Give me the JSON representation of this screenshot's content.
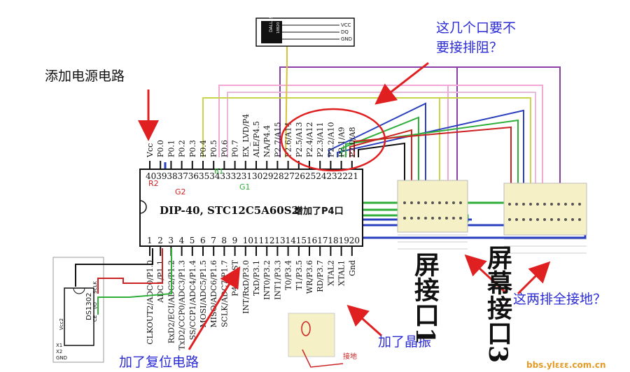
{
  "annotations": {
    "add_power": "添加电源电路",
    "ports_q1": "这几个口要不",
    "ports_q2": "要接排阻？",
    "both_rows_ground": "这两排全接地？",
    "add_crystal": "加了晶振",
    "add_reset": "加了复位电路",
    "ground_tag": "接地"
  },
  "chip": {
    "label": "DIP-40, STC12C5A60S2",
    "label_suffix": "增加了P4口",
    "top_pins": [
      {
        "num": "40",
        "name": "Vcc"
      },
      {
        "num": "39",
        "name": "P0.0"
      },
      {
        "num": "38",
        "name": "P0.1"
      },
      {
        "num": "37",
        "name": "P0.2"
      },
      {
        "num": "36",
        "name": "P0.3"
      },
      {
        "num": "35",
        "name": "P0.4"
      },
      {
        "num": "34",
        "name": "P0.5"
      },
      {
        "num": "33",
        "name": "P0.6"
      },
      {
        "num": "32",
        "name": "P0.7"
      },
      {
        "num": "31",
        "name": "EX_LVD/P4"
      },
      {
        "num": "30",
        "name": "ALE/P4.5"
      },
      {
        "num": "29",
        "name": "NA/P4.4"
      },
      {
        "num": "28",
        "name": "P2.7/A15"
      },
      {
        "num": "27",
        "name": "P2.6/A14"
      },
      {
        "num": "26",
        "name": "P2.5/A13"
      },
      {
        "num": "25",
        "name": "P2.4/A12"
      },
      {
        "num": "24",
        "name": "P2.3/A11"
      },
      {
        "num": "23",
        "name": "P2.2/A10"
      },
      {
        "num": "22",
        "name": "P2.1/A9"
      },
      {
        "num": "21",
        "name": "P2.0/A8"
      }
    ],
    "bottom_pins": [
      {
        "num": "1",
        "name": "CLKOUT2/ADC0/P1.0"
      },
      {
        "num": "2",
        "name": "ADC1/P1.1"
      },
      {
        "num": "3",
        "name": "RxD2/ECI/ADC2/P1.2"
      },
      {
        "num": "4",
        "name": "TxD2/CCP0/ADC3/P1.3"
      },
      {
        "num": "5",
        "name": "SS/CCP1/ADC4/P1.4"
      },
      {
        "num": "6",
        "name": "MOSI/ADC5/P1.5"
      },
      {
        "num": "7",
        "name": "MISO/ADC6/P1.6"
      },
      {
        "num": "8",
        "name": "SCLK/ADC7/P1.7"
      },
      {
        "num": "9",
        "name": "P4.7/RST"
      },
      {
        "num": "10",
        "name": "INT/RxD/P3.0"
      },
      {
        "num": "11",
        "name": "TxD/P3.1"
      },
      {
        "num": "12",
        "name": "INT0/P3.2"
      },
      {
        "num": "13",
        "name": "INT1/P3.3"
      },
      {
        "num": "14",
        "name": "T0/P3.4"
      },
      {
        "num": "15",
        "name": "T1/P3.5"
      },
      {
        "num": "16",
        "name": "WR/P3.6"
      },
      {
        "num": "17",
        "name": "RD/P3.7"
      },
      {
        "num": "18",
        "name": "XTAL2"
      },
      {
        "num": "19",
        "name": "XTAL1"
      },
      {
        "num": "20",
        "name": "Gnd"
      }
    ],
    "marks": {
      "r2": "R2",
      "g2": "G2",
      "g1": "G1",
      "b1": "B1"
    }
  },
  "ds18b20": {
    "brand": "DALLAS",
    "part": "18B20",
    "pins": [
      "VCC",
      "DQ",
      "GND"
    ]
  },
  "ds1302": {
    "part": "DS1302",
    "left_pins": [
      "Vcc2",
      "X1",
      "X2",
      "GND"
    ],
    "right_pins": [
      "Vcc1",
      "SCLK",
      "I/O",
      "CE"
    ]
  },
  "connectors": {
    "screen1": "屏接口1",
    "screen3": "屏幕接口3",
    "screen1_visible": "屏接口1",
    "screen3_visible": "屏幕接口3"
  },
  "watermark": "bbs.ylεεε.com.cn",
  "colors": {
    "annotation": "#2b2bd6",
    "arrow": "#e02020",
    "blue_wire": "#2a3fbf",
    "green_wire": "#2fae3a",
    "pink_wire": "#f2a7d6",
    "yellow_wire": "#c8d44a",
    "purple_wire": "#8a3fa6",
    "red_wire": "#cc2222",
    "black_wire": "#111111"
  }
}
